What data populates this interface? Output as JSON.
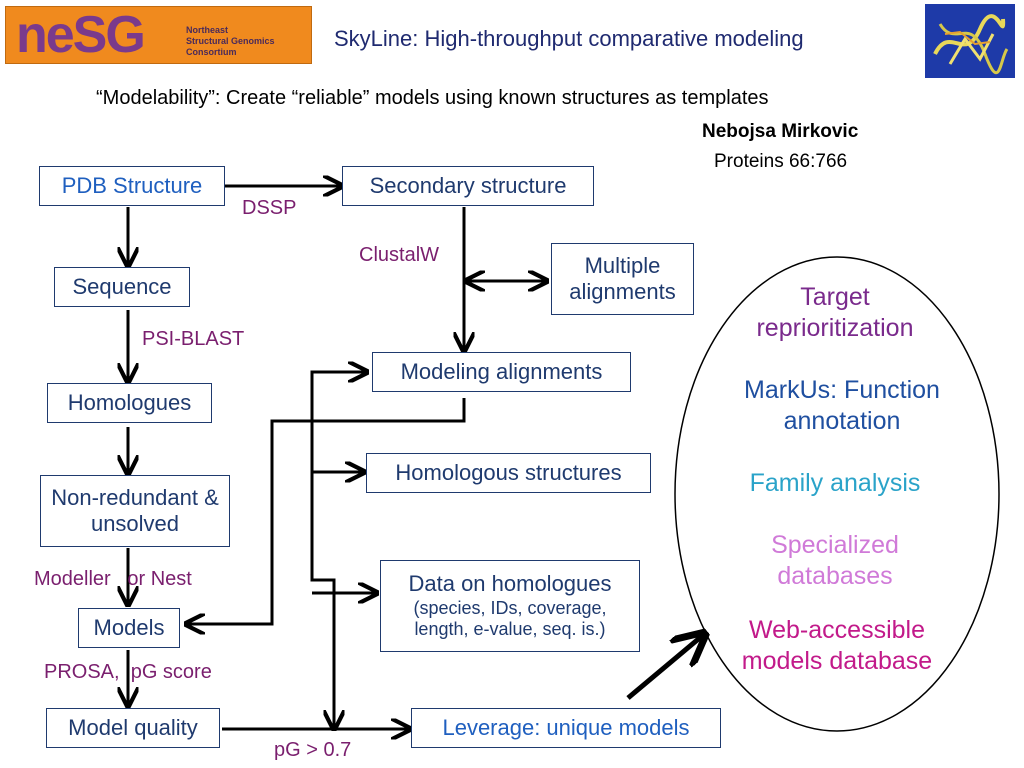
{
  "header": {
    "logo_text": "neSG",
    "logo_sub_lines": [
      "Northeast",
      "Structural Genomics",
      "Consortium"
    ],
    "title": "SkyLine:  High-throughput comparative modeling",
    "subtitle": "“Modelability”:  Create “reliable” models using known structures as templates",
    "author": "Nebojsa Mirkovic",
    "citation": "Proteins 66:766"
  },
  "boxes": {
    "pdb_structure": "PDB Structure",
    "secondary_structure": "Secondary structure",
    "sequence": "Sequence",
    "multiple_alignments": "Multiple alignments",
    "homologues": "Homologues",
    "modeling_alignments": "Modeling alignments",
    "homologous_structures": "Homologous structures",
    "non_redundant": "Non-redundant & unsolved",
    "data_on_homologues": "Data on homologues",
    "data_on_homologues_detail": "(species, IDs, coverage, length, e-value, seq. is.)",
    "models": "Models",
    "model_quality": "Model quality",
    "leverage": "Leverage: unique models"
  },
  "edge_labels": {
    "dssp": "DSSP",
    "clustalw": "ClustalW",
    "psi_blast": "PSI-BLAST",
    "modeller": "Modeller   or Nest",
    "prosa": "PROSA,  pG score",
    "pg_threshold": "pG > 0.7"
  },
  "oval_items": [
    {
      "text": "Target reprioritization",
      "color": "#7a2a8c"
    },
    {
      "text": "MarkUs: Function annotation",
      "color": "#1f4fa0"
    },
    {
      "text": "Family analysis",
      "color": "#2aa3c9"
    },
    {
      "text": "Specialized databases",
      "color": "#d07ad8"
    },
    {
      "text": "Web-accessible models database",
      "color": "#c21a8a"
    }
  ],
  "colors": {
    "box_text": "#1f3a6e",
    "edge_label": "#7a1f6e",
    "pdb_text": "#1f5fbf",
    "leverage_text": "#1f5fbf",
    "logo_bg": "#f08a1e"
  },
  "icons": [
    "protein-structure-icon"
  ]
}
